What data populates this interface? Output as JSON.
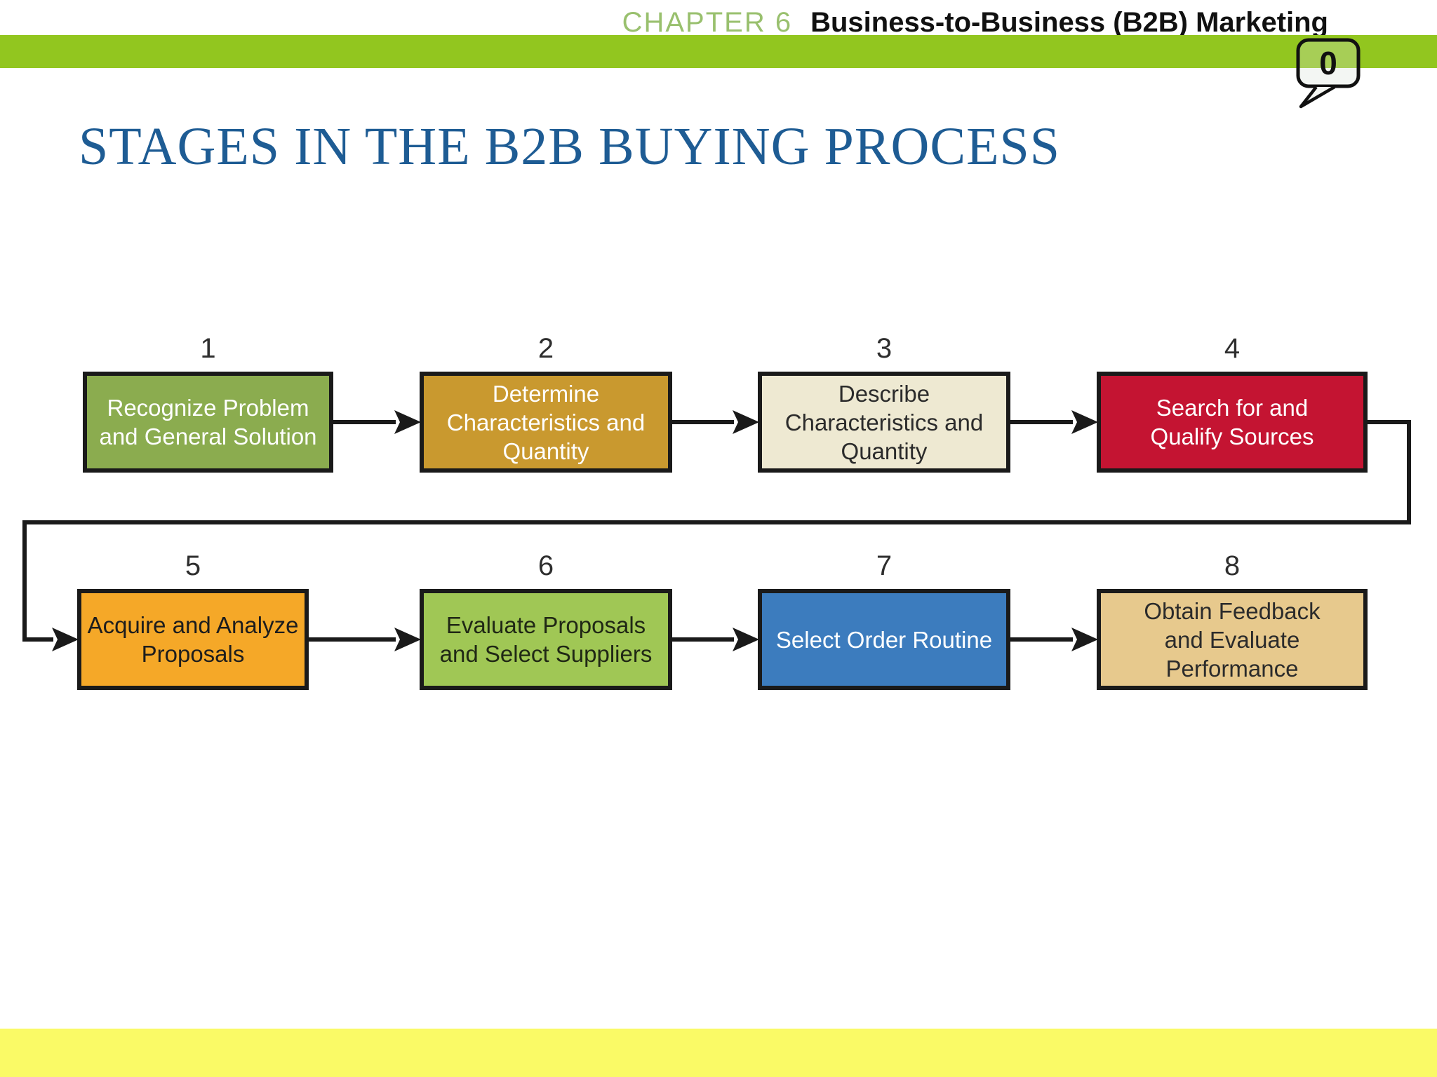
{
  "header": {
    "chapter_label": "CHAPTER 6",
    "chapter_title": "Business-to-Business (B2B) Marketing",
    "slide_number": "0"
  },
  "title": "STAGES IN THE B2B BUYING PROCESS",
  "flowchart": {
    "steps": [
      {
        "num": "1",
        "label": "Recognize Problem\nand General Solution",
        "bg": "#8BAC4F",
        "fg": "#FFFFFF"
      },
      {
        "num": "2",
        "label": "Determine\nCharacteristics and\nQuantity",
        "bg": "#C9992F",
        "fg": "#FFFFFF"
      },
      {
        "num": "3",
        "label": "Describe\nCharacteristics and\nQuantity",
        "bg": "#EEE9D2",
        "fg": "#2B2B2B"
      },
      {
        "num": "4",
        "label": "Search for and\nQualify Sources",
        "bg": "#C41432",
        "fg": "#FFFFFF"
      },
      {
        "num": "5",
        "label": "Acquire and Analyze\nProposals",
        "bg": "#F5A828",
        "fg": "#1D1D1D"
      },
      {
        "num": "6",
        "label": "Evaluate Proposals\nand Select Suppliers",
        "bg": "#A0C755",
        "fg": "#202815"
      },
      {
        "num": "7",
        "label": "Select Order Routine",
        "bg": "#3C7CBE",
        "fg": "#FFFFFF"
      },
      {
        "num": "8",
        "label": "Obtain Feedback\nand Evaluate\nPerformance",
        "bg": "#E7C98D",
        "fg": "#2B2B2B"
      }
    ]
  },
  "colors": {
    "header_bar": "#92C61F",
    "chapter_label": "#99C06E",
    "title": "#1E5C94",
    "footer_bar": "#FAFA66",
    "arrow": "#1A1A1A",
    "box_border": "#1A1A1A"
  }
}
